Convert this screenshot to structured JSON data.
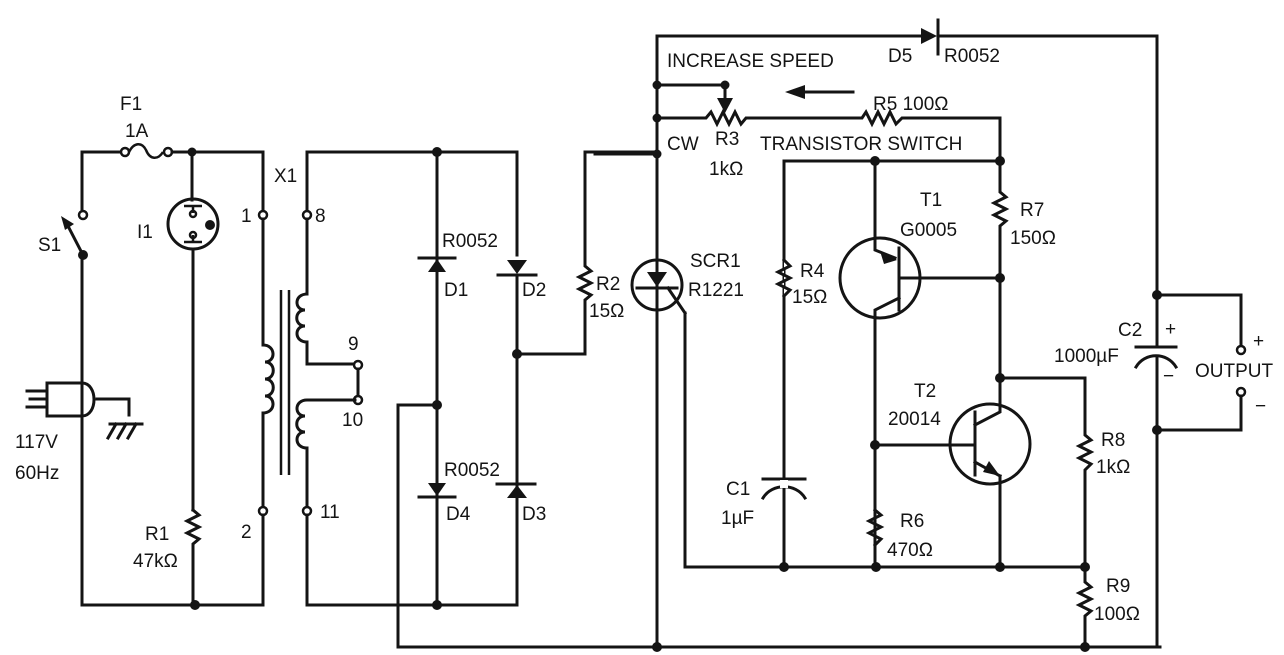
{
  "diagram": {
    "type": "electronic-schematic",
    "title": "",
    "colors": {
      "ink": "#141414",
      "paper": "#ffffff"
    }
  },
  "labels": {
    "f1_name": "F1",
    "f1_value": "1A",
    "s1_name": "S1",
    "i1_name": "I1",
    "plug_voltage": "117V",
    "plug_freq": "60Hz",
    "r1_name": "R1",
    "r1_value": "47kΩ",
    "x1_name": "X1",
    "pin1": "1",
    "pin2": "2",
    "pin8": "8",
    "pin9": "9",
    "pin10": "10",
    "pin11": "11",
    "d1_part": "R0052",
    "d1_name": "D1",
    "d2_name": "D2",
    "d4_part": "R0052",
    "d4_name": "D4",
    "d3_name": "D3",
    "r2_name": "R2",
    "r2_value": "15Ω",
    "scr1_name": "SCR1",
    "scr1_part": "R1221",
    "increase_speed": "INCREASE SPEED",
    "d5_name": "D5",
    "d5_part": "R0052",
    "r5_label": "R5  100Ω",
    "cw": "CW",
    "r3_name": "R3",
    "r3_value": "1kΩ",
    "transistor_switch": "TRANSISTOR SWITCH",
    "t1_name": "T1",
    "t1_part": "G0005",
    "r7_name": "R7",
    "r7_value": "150Ω",
    "r4_name": "R4",
    "r4_value": "15Ω",
    "c1_name": "C1",
    "c1_value": "1µF",
    "t2_name": "T2",
    "t2_part": "20014",
    "r6_name": "R6",
    "r6_value": "470Ω",
    "c2_name": "C2",
    "c2_value": "1000µF",
    "c2_plus": "+",
    "c2_minus": "−",
    "output": "OUTPUT",
    "out_plus": "+",
    "out_minus": "−",
    "r8_name": "R8",
    "r8_value": "1kΩ",
    "r9_name": "R9",
    "r9_value": "100Ω"
  },
  "components": [
    {
      "ref": "F1",
      "type": "fuse",
      "value": "1A"
    },
    {
      "ref": "S1",
      "type": "switch"
    },
    {
      "ref": "I1",
      "type": "neon-lamp"
    },
    {
      "ref": "R1",
      "type": "resistor",
      "value": "47kΩ"
    },
    {
      "ref": "X1",
      "type": "transformer",
      "pins": [
        "1",
        "2",
        "8",
        "9",
        "10",
        "11"
      ]
    },
    {
      "ref": "D1",
      "type": "diode",
      "part": "R0052"
    },
    {
      "ref": "D2",
      "type": "diode",
      "part": "R0052"
    },
    {
      "ref": "D3",
      "type": "diode",
      "part": "R0052"
    },
    {
      "ref": "D4",
      "type": "diode",
      "part": "R0052"
    },
    {
      "ref": "D5",
      "type": "diode",
      "part": "R0052"
    },
    {
      "ref": "R2",
      "type": "resistor",
      "value": "15Ω"
    },
    {
      "ref": "SCR1",
      "type": "scr",
      "part": "R1221"
    },
    {
      "ref": "R3",
      "type": "potentiometer",
      "value": "1kΩ"
    },
    {
      "ref": "R5",
      "type": "resistor",
      "value": "100Ω"
    },
    {
      "ref": "T1",
      "type": "pnp-transistor",
      "part": "G0005"
    },
    {
      "ref": "T2",
      "type": "npn-transistor",
      "part": "20014"
    },
    {
      "ref": "R4",
      "type": "resistor",
      "value": "15Ω"
    },
    {
      "ref": "R6",
      "type": "resistor",
      "value": "470Ω"
    },
    {
      "ref": "R7",
      "type": "resistor",
      "value": "150Ω"
    },
    {
      "ref": "R8",
      "type": "resistor",
      "value": "1kΩ"
    },
    {
      "ref": "R9",
      "type": "resistor",
      "value": "100Ω"
    },
    {
      "ref": "C1",
      "type": "capacitor",
      "value": "1µF"
    },
    {
      "ref": "C2",
      "type": "electrolytic-capacitor",
      "value": "1000µF"
    }
  ]
}
